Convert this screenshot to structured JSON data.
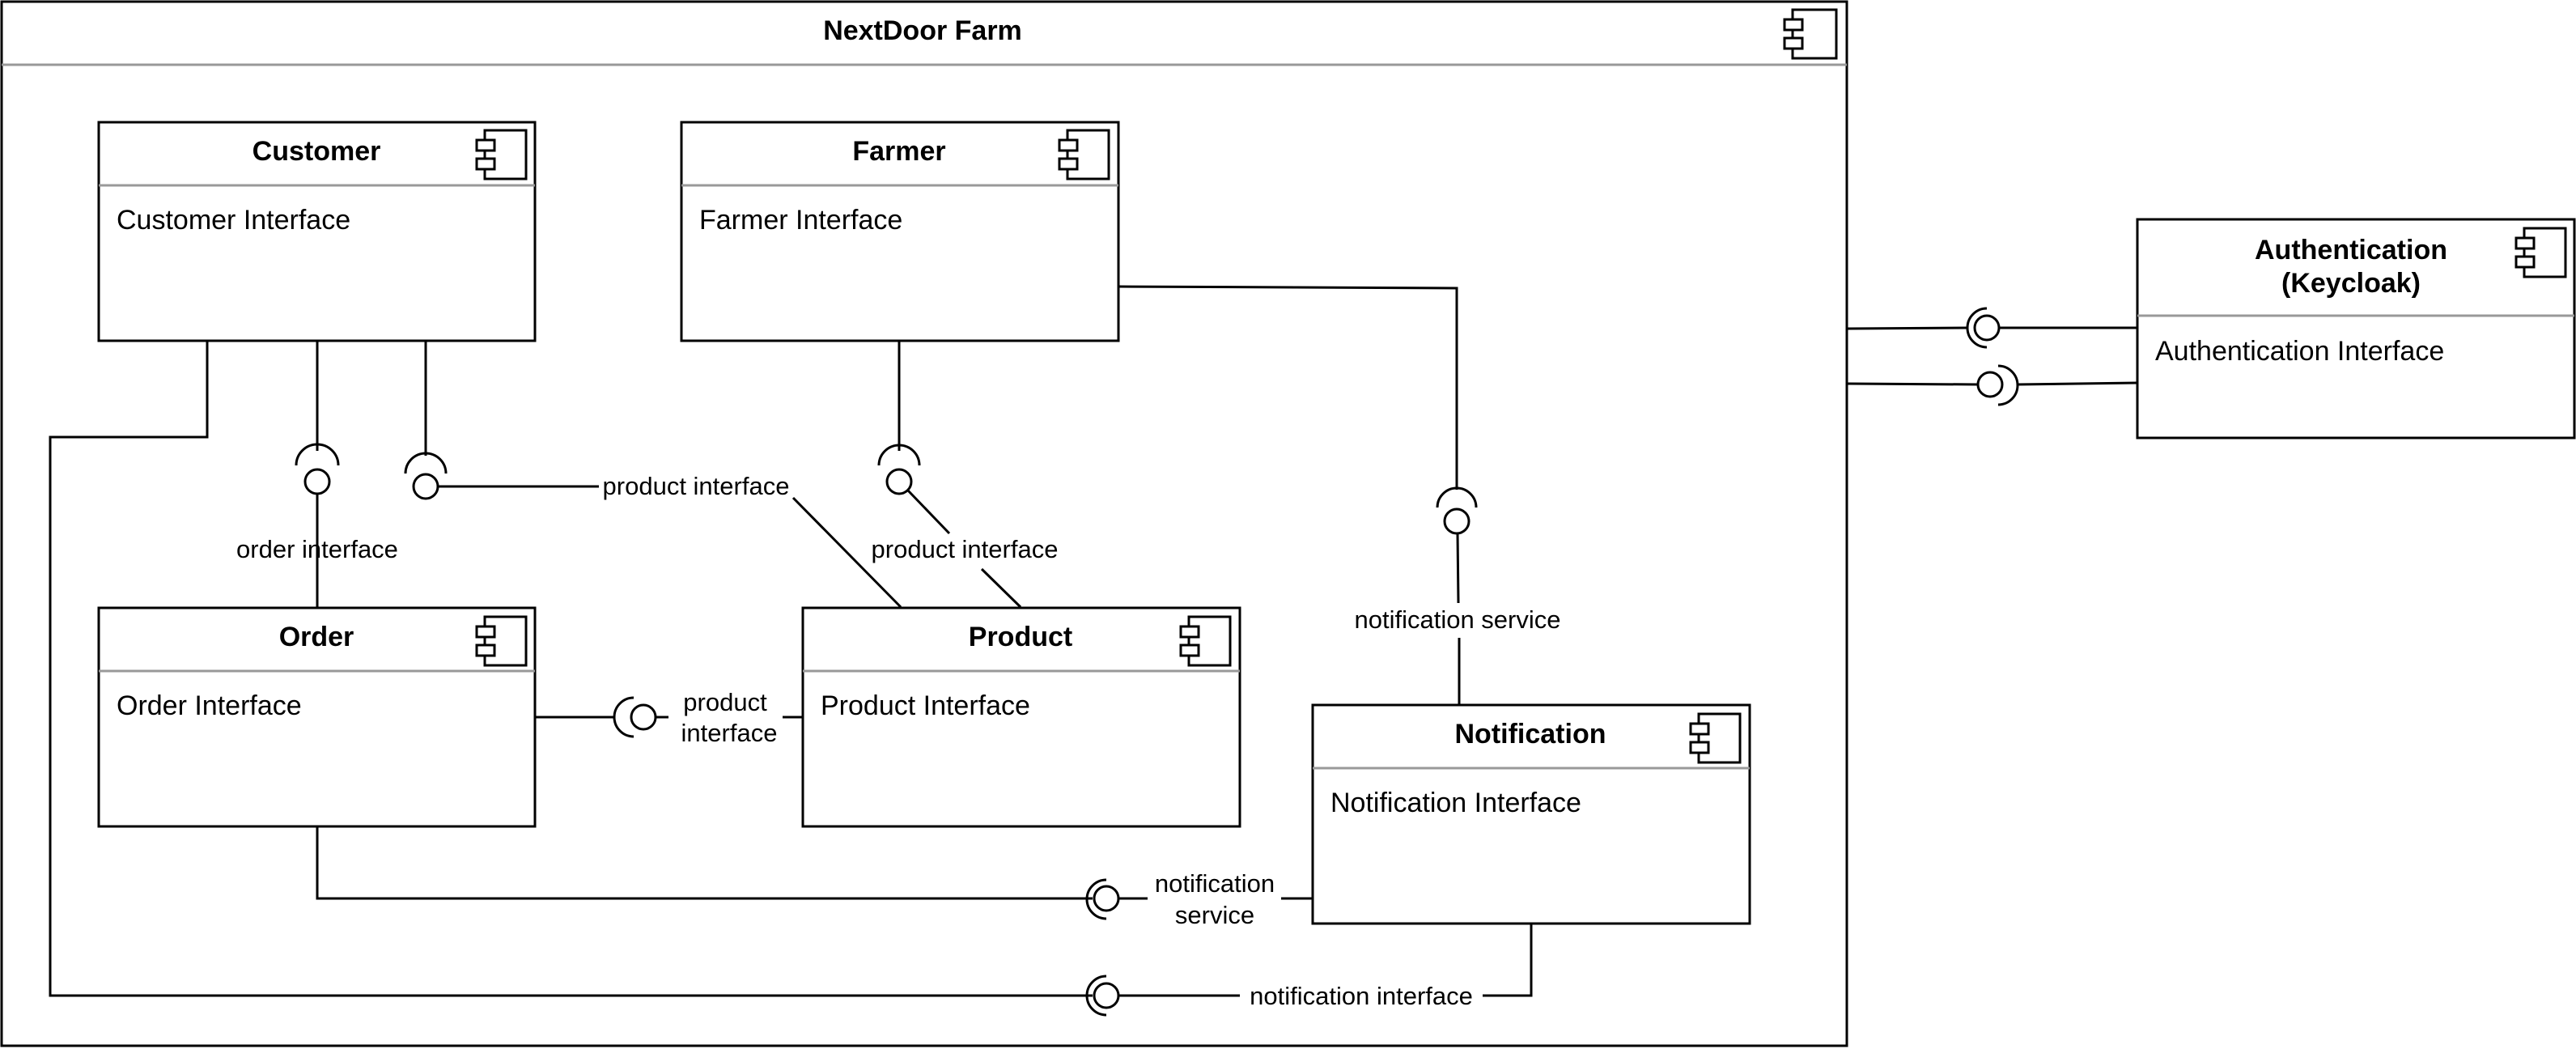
{
  "system": {
    "title": "NextDoor Farm"
  },
  "components": {
    "customer": {
      "title": "Customer",
      "body": "Customer Interface"
    },
    "farmer": {
      "title": "Farmer",
      "body": "Farmer Interface"
    },
    "order": {
      "title": "Order",
      "body": "Order Interface"
    },
    "product": {
      "title": "Product",
      "body": "Product Interface"
    },
    "notification": {
      "title": "Notification",
      "body": "Notification Interface"
    },
    "authentication": {
      "title_line1": "Authentication",
      "title_line2": "(Keycloak)",
      "body": "Authentication Interface"
    }
  },
  "connectors": {
    "order_interface": "order interface",
    "customer_product_interface": "product interface",
    "farmer_product_interface": "product interface",
    "order_product_interface_line1": "product",
    "order_product_interface_line2": "interface",
    "farmer_notification_service": "notification service",
    "order_notification_service_line1": "notification",
    "order_notification_service_line2": "service",
    "customer_notification_interface": "notification interface"
  },
  "icons": {
    "component": "component-icon"
  },
  "colors": {
    "stroke": "#000000",
    "separator": "#999999",
    "background": "#ffffff"
  }
}
